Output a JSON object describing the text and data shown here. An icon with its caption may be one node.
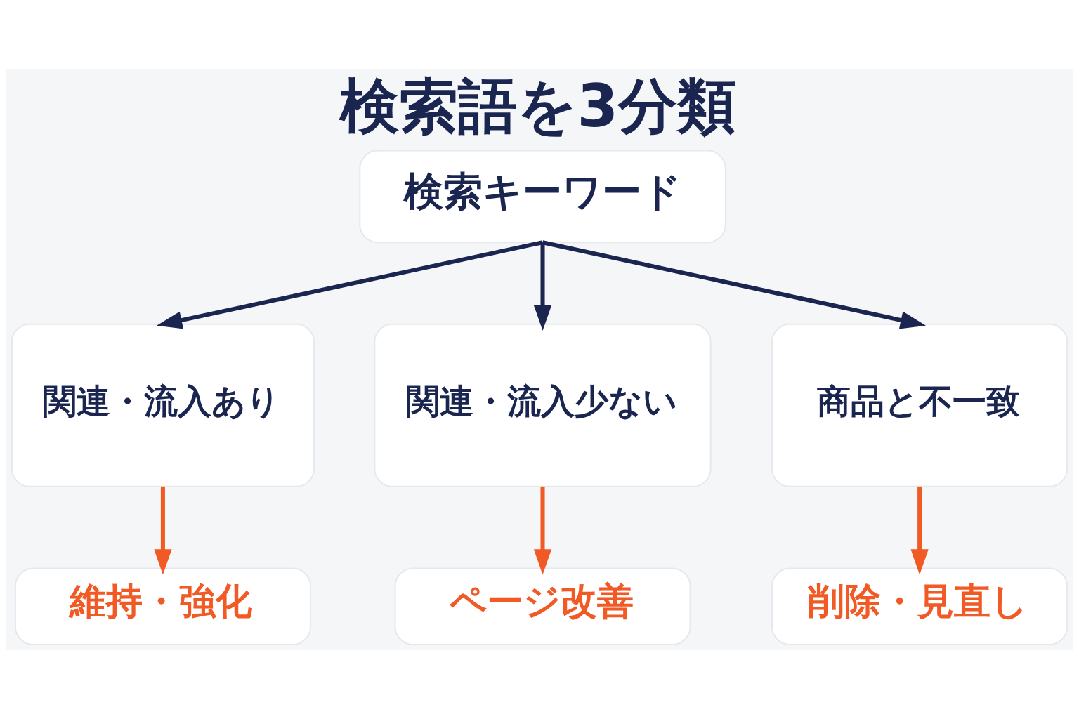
{
  "diagram": {
    "title": "検索語を3分類",
    "nodes": [
      {
        "text": [
          "検索キーワード"
        ]
      },
      {
        "text": [
          "関連・流入あり"
        ]
      },
      {
        "text": [
          "関連・流入少ない"
        ]
      },
      {
        "text": [
          "商品と不一致"
        ]
      },
      {
        "text": [
          "維持・強化"
        ]
      },
      {
        "text": [
          "ページ改善"
        ]
      },
      {
        "text": [
          "削除・見直し"
        ]
      }
    ],
    "edges": [
      {
        "from": 0,
        "to": 1,
        "arrow": "to"
      },
      {
        "from": 0,
        "to": 2,
        "arrow": "to"
      },
      {
        "from": 0,
        "to": 3,
        "arrow": "to"
      },
      {
        "from": 1,
        "to": 4,
        "arrow": "to",
        "color": "#f15a24"
      },
      {
        "from": 2,
        "to": 5,
        "arrow": "to",
        "color": "#f15a24"
      },
      {
        "from": 3,
        "to": 6,
        "arrow": "to",
        "color": "#f15a24"
      }
    ]
  }
}
